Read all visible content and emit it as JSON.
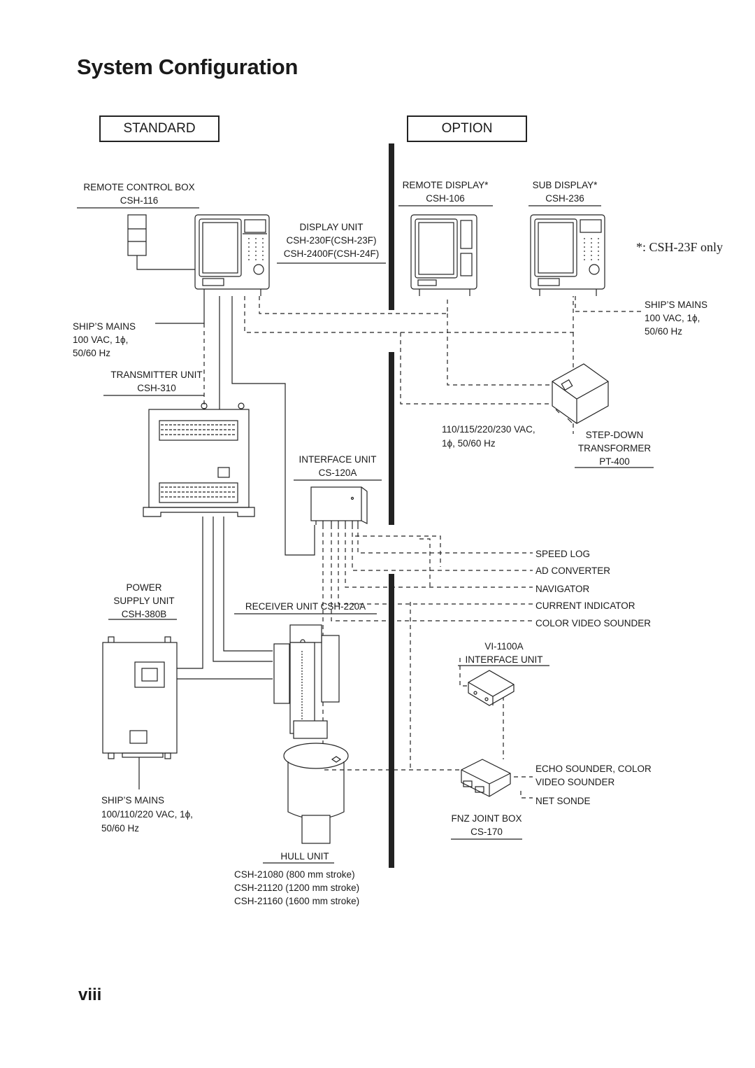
{
  "title": "System Configuration",
  "sections": {
    "standard": "STANDARD",
    "option": "OPTION"
  },
  "footnote": "*: CSH-23F only",
  "page_number": "viii",
  "components": {
    "remote_control_box": {
      "name": "REMOTE CONTROL BOX",
      "model": "CSH-116"
    },
    "display_unit": {
      "name": "DISPLAY UNIT",
      "model1": "CSH-230F(CSH-23F)",
      "model2": "CSH-2400F(CSH-24F)"
    },
    "remote_display": {
      "name": "REMOTE DISPLAY*",
      "model": "CSH-106"
    },
    "sub_display": {
      "name": "SUB DISPLAY*",
      "model": "CSH-236"
    },
    "ships_mains_left": {
      "line1": "SHIP’S MAINS",
      "line2": "100 VAC, 1ϕ,",
      "line3": "50/60 Hz"
    },
    "ships_mains_right": {
      "line1": "SHIP’S MAINS",
      "line2": "100 VAC, 1ϕ,",
      "line3": "50/60 Hz"
    },
    "transmitter_unit": {
      "name": "TRANSMITTER UNIT",
      "model": "CSH-310"
    },
    "transformer_input": {
      "line1": "110/115/220/230 VAC,",
      "line2": "1ϕ, 50/60 Hz"
    },
    "step_down_transformer": {
      "line1": "STEP-DOWN",
      "line2": "TRANSFORMER",
      "model": "PT-400"
    },
    "interface_unit": {
      "name": "INTERFACE UNIT",
      "model": "CS-120A"
    },
    "power_supply_unit": {
      "line1": "POWER",
      "line2": "SUPPLY UNIT",
      "model": "CSH-380B"
    },
    "receiver_unit": {
      "name": "RECEIVER UNIT CSH-220A"
    },
    "external_devices": [
      "SPEED LOG",
      "AD CONVERTER",
      "NAVIGATOR",
      "CURRENT INDICATOR",
      "COLOR VIDEO SOUNDER"
    ],
    "vi_interface": {
      "model": "VI-1100A",
      "name": "INTERFACE UNIT"
    },
    "echo_sounder": {
      "line1": "ECHO SOUNDER, COLOR",
      "line2": "VIDEO SOUNDER"
    },
    "net_sonde": "NET SONDE",
    "fnz_joint_box": {
      "name": "FNZ JOINT BOX",
      "model": "CS-170"
    },
    "ships_mains_bottom": {
      "line1": "SHIP’S MAINS",
      "line2": "100/110/220 VAC, 1ϕ,",
      "line3": "50/60 Hz"
    },
    "hull_unit": {
      "name": "HULL UNIT",
      "model1": "CSH-21080 (800 mm stroke)",
      "model2": "CSH-21120 (1200 mm stroke)",
      "model3": "CSH-21160 (1600 mm stroke)"
    }
  }
}
